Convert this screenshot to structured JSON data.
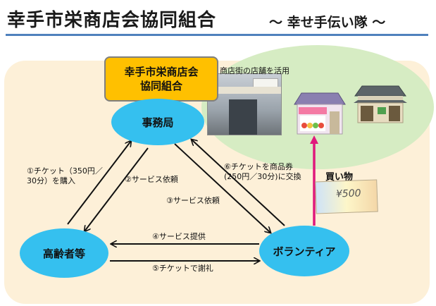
{
  "header": {
    "title": "幸手市栄商店会協同組合",
    "subtitle": "～ 幸せ手伝い隊 ～"
  },
  "org_box": {
    "line1": "幸手市栄商店会",
    "line2": "協同組合"
  },
  "shop_street_label": "商店街の店舗を活用",
  "nodes": {
    "office": "事務局",
    "elderly": "高齢者等",
    "volunteer": "ボランティア"
  },
  "steps": {
    "step1_line1": "①チケット（350円／",
    "step1_line2": "30分）を購入",
    "step2": "②サービス依頼",
    "step3": "③サービス依頼",
    "step4": "④サービス提供",
    "step5": "⑤チケットで謝礼",
    "step6_line1": "⑥チケットを商品券",
    "step6_line2": "(250円／30分)に交換"
  },
  "buy_label": "買い物",
  "ticket": {
    "value": "¥500"
  },
  "colors": {
    "node": "#35c0ef",
    "org_box": "#ffc000",
    "panel": "#fdf0d8",
    "ellipse": "#d6ecc3",
    "buy_arrow": "#e0197c",
    "title_rule": "#4f81bd"
  }
}
